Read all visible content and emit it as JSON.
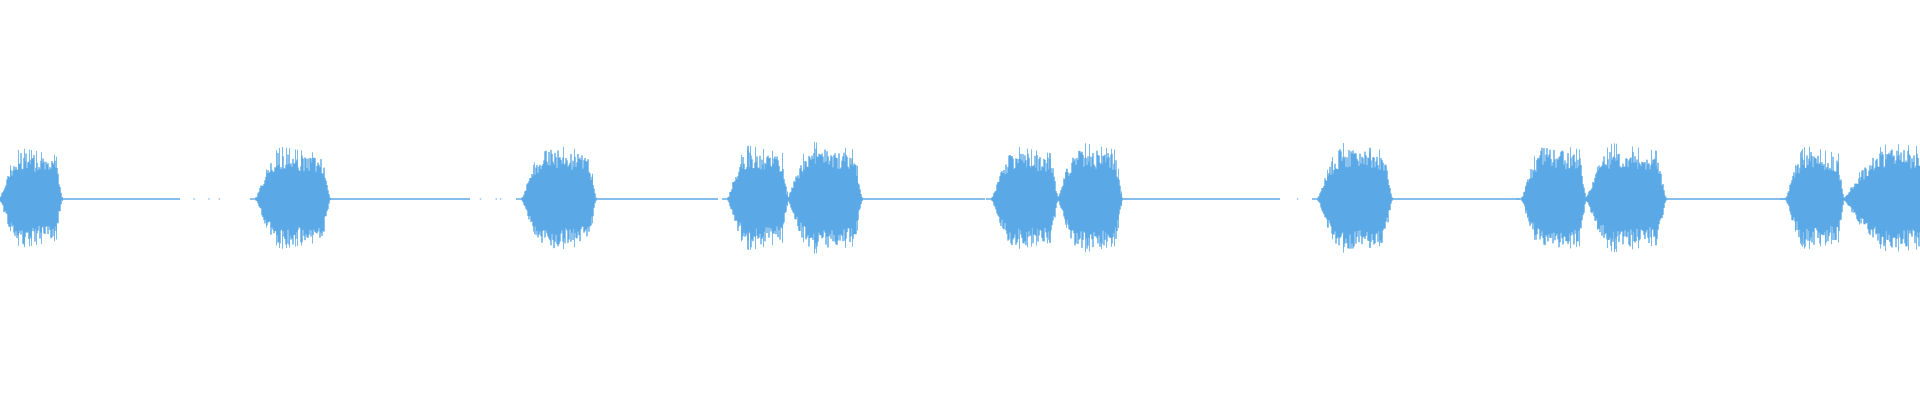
{
  "waveform": {
    "color": "#5aa9e6",
    "background": "#ffffff",
    "sound_bursts": [
      {
        "lobes": 1
      },
      {
        "lobes": 1
      },
      {
        "lobes": 1
      },
      {
        "lobes": 2
      },
      {
        "lobes": 2
      },
      {
        "lobes": 1
      },
      {
        "lobes": 2
      },
      {
        "lobes": 2
      }
    ]
  }
}
